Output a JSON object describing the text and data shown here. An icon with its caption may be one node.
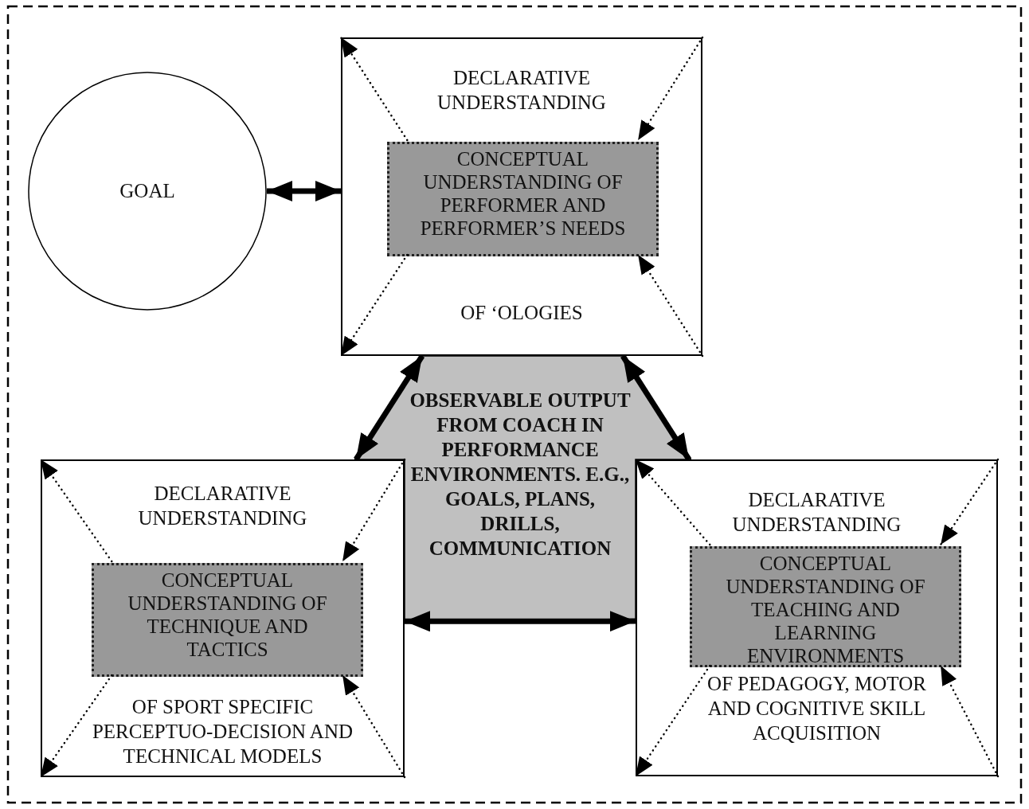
{
  "diagram": {
    "nodes": [
      {
        "text": [
          "GOAL"
        ]
      },
      {
        "text": [
          "DECLARATIVE UNDERSTANDING",
          "OF ‘OLOGIES"
        ]
      },
      {
        "text": [
          "CONCEPTUAL UNDERSTANDING OF PERFORMER AND PERFORMER’S NEEDS"
        ],
        "in": 1
      },
      {
        "text": [
          "OBSERVABLE OUTPUT FROM COACH IN PERFORMANCE ENVIRONMENTS. E.G., GOALS, PLANS, DRILLS, COMMUNICATION"
        ]
      },
      {
        "text": [
          "DECLARATIVE UNDERSTANDING",
          "OF SPORT SPECIFIC PERCEPTUO-DECISION AND TECHNICAL MODELS"
        ]
      },
      {
        "text": [
          "CONCEPTUAL UNDERSTANDING OF TECHNIQUE AND TACTICS"
        ],
        "in": 4
      },
      {
        "text": [
          "DECLARATIVE UNDERSTANDING",
          "OF PEDAGOGY, MOTOR AND COGNITIVE SKILL ACQUISITION"
        ]
      },
      {
        "text": [
          "CONCEPTUAL UNDERSTANDING OF TEACHING AND LEARNING ENVIRONMENTS"
        ],
        "in": 6
      }
    ],
    "edges": [
      {
        "from": 0,
        "to": 1,
        "arrow": "both",
        "style": "thick"
      },
      {
        "from": 1,
        "to": 4,
        "arrow": "both",
        "style": "thick"
      },
      {
        "from": 1,
        "to": 6,
        "arrow": "both",
        "style": "thick"
      },
      {
        "from": 4,
        "to": 6,
        "arrow": "both",
        "style": "thick"
      },
      {
        "from": 2,
        "to": 1,
        "arrow": "to",
        "style": "dashed"
      },
      {
        "from": 1,
        "to": 2,
        "arrow": "to",
        "style": "dashed"
      },
      {
        "from": 1,
        "to": 2,
        "arrow": "to",
        "style": "dashed"
      },
      {
        "from": 2,
        "to": 1,
        "arrow": "to",
        "style": "dashed"
      },
      {
        "from": 5,
        "to": 4,
        "arrow": "to",
        "style": "dashed"
      },
      {
        "from": 4,
        "to": 5,
        "arrow": "to",
        "style": "dashed"
      },
      {
        "from": 4,
        "to": 5,
        "arrow": "to",
        "style": "dashed"
      },
      {
        "from": 5,
        "to": 4,
        "arrow": "to",
        "style": "dashed"
      },
      {
        "from": 7,
        "to": 6,
        "arrow": "to",
        "style": "dashed"
      },
      {
        "from": 6,
        "to": 7,
        "arrow": "to",
        "style": "dashed"
      },
      {
        "from": 6,
        "to": 7,
        "arrow": "to",
        "style": "dashed"
      },
      {
        "from": 7,
        "to": 6,
        "arrow": "to",
        "style": "dashed"
      }
    ]
  }
}
